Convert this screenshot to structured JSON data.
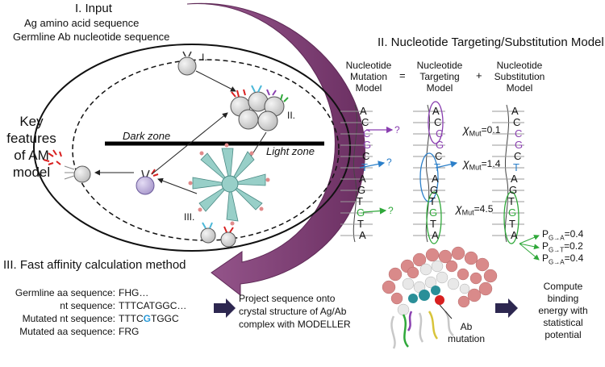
{
  "section_input": {
    "title": "I. Input",
    "line1": "Ag amino acid sequence",
    "line2": "Germline Ab nucleotide sequence"
  },
  "germinal_center": {
    "key_features": [
      "Key",
      "features",
      "of AM",
      "model"
    ],
    "dark_zone": "Dark zone",
    "light_zone": "Light zone",
    "stage_labels": [
      "I.",
      "II.",
      "III."
    ]
  },
  "section_model": {
    "title": "II. Nucleotide Targeting/Substitution Model",
    "headers": [
      [
        "Nucleotide",
        "Mutation",
        "Model"
      ],
      [
        "Nucleotide",
        "Targeting",
        "Model"
      ],
      [
        "Nucleotide",
        "Substitution",
        "Model"
      ]
    ],
    "equals": "=",
    "plus": "+",
    "strand_letters": [
      "A",
      "C",
      "C",
      "G",
      "C",
      "T",
      "A",
      "G",
      "T",
      "G",
      "T",
      "A"
    ],
    "mutation_marks": [
      "?",
      "?",
      "?"
    ],
    "chi_values": [
      {
        "symbol": "χ",
        "sub": "Mut",
        "value": "=0.1"
      },
      {
        "symbol": "χ",
        "sub": "Mut",
        "value": "=1.4"
      },
      {
        "symbol": "χ",
        "sub": "Mut",
        "value": "=4.5"
      }
    ],
    "substitutions": [
      {
        "p": "P",
        "sub": "G→A",
        "value": "=0.4"
      },
      {
        "p": "P",
        "sub": "G→T",
        "value": "=0.2"
      },
      {
        "p": "P",
        "sub": "G→A",
        "value": "=0.4"
      }
    ]
  },
  "section_affinity": {
    "title": "III. Fast affinity calculation method",
    "rows": [
      {
        "label": "Germline aa sequence:",
        "pre": "FHG…",
        "hl": "",
        "post": ""
      },
      {
        "label": "nt sequence:",
        "pre": "TTTCATGGC…",
        "hl": "",
        "post": ""
      },
      {
        "label": "Mutated nt sequence:",
        "pre": "TTTC",
        "hl": "G",
        "post": "TGGC"
      },
      {
        "label": "Mutated aa sequence:",
        "pre": "FRG",
        "hl": "",
        "post": ""
      }
    ],
    "project_text": [
      "Project sequence onto",
      "crystal structure of Ag/Ab",
      "complex with MODELLER"
    ],
    "mutation_label": [
      "Ab",
      "mutation"
    ],
    "compute_text": [
      "Compute",
      "binding",
      "energy with",
      "statistical",
      "potential"
    ]
  },
  "colors": {
    "arrow_purple": "#7a3b6e",
    "targeting_purple": "#8a3fb0",
    "blue": "#2b7fc9",
    "green": "#2fa83a",
    "red": "#d82020",
    "cyan": "#4cb8d8",
    "light_zone_cell": "#98cfc8",
    "cell_gray": "#d8d8d8",
    "lavender": "#c7b8e4",
    "navy": "#2d2750",
    "protein_pink": "#d98a8a",
    "protein_teal": "#2a8f98"
  },
  "icons": [
    "big-curved-arrow",
    "germinal-center-ellipse",
    "dna-strand",
    "protein-structure",
    "navy-arrow"
  ]
}
